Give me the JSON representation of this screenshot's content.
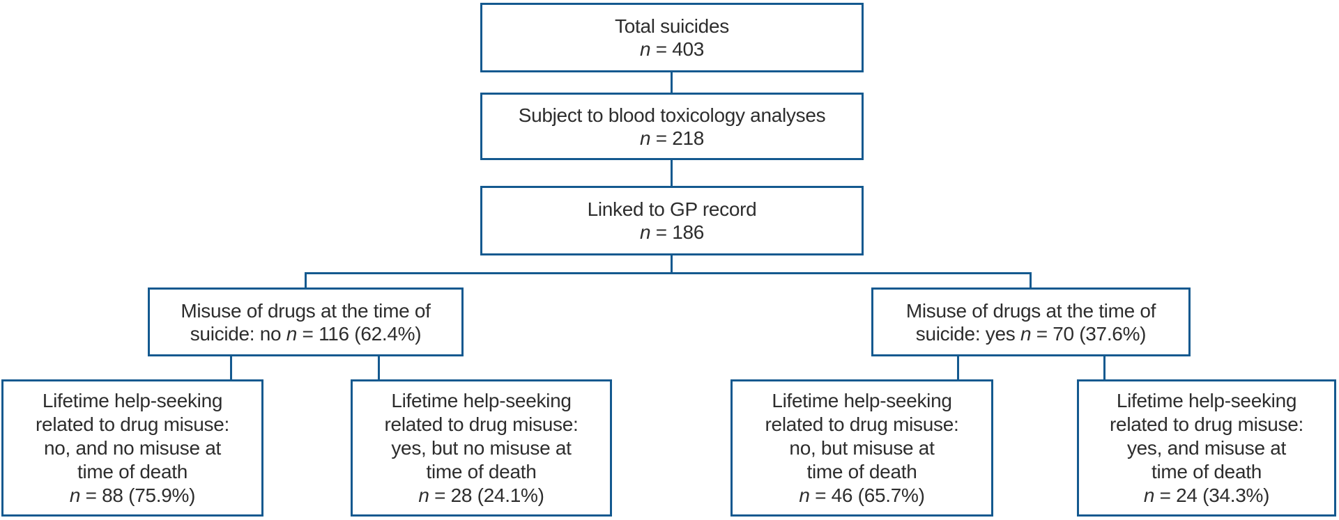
{
  "figure": {
    "colors": {
      "border": "#14598f",
      "text": "#2d2d2d",
      "background": "#ffffff"
    },
    "nodes": {
      "total": {
        "segments": [
          {
            "t": "Total suicides"
          },
          {
            "br": true
          },
          {
            "t": "n",
            "italic": true
          },
          {
            "t": " = 403"
          }
        ]
      },
      "toxicology": {
        "segments": [
          {
            "t": "Subject to blood toxicology analyses"
          },
          {
            "br": true
          },
          {
            "t": "n",
            "italic": true
          },
          {
            "t": " = 218"
          }
        ]
      },
      "gp_record": {
        "segments": [
          {
            "t": "Linked to GP record"
          },
          {
            "br": true
          },
          {
            "t": "n",
            "italic": true
          },
          {
            "t": " = 186"
          }
        ]
      },
      "misuse_no": {
        "segments": [
          {
            "t": "Misuse of drugs at the time of"
          },
          {
            "br": true
          },
          {
            "t": "suicide: no "
          },
          {
            "t": "n",
            "italic": true
          },
          {
            "t": " = 116 (62.4%)"
          }
        ]
      },
      "misuse_yes": {
        "segments": [
          {
            "t": "Misuse of drugs at the time of"
          },
          {
            "br": true
          },
          {
            "t": "suicide: yes "
          },
          {
            "t": "n",
            "italic": true
          },
          {
            "t": " = 70 (37.6%)"
          }
        ]
      },
      "leaf_no_no": {
        "segments": [
          {
            "t": "Lifetime help-seeking"
          },
          {
            "br": true
          },
          {
            "t": "related to drug misuse:"
          },
          {
            "br": true
          },
          {
            "t": "no, and no misuse at"
          },
          {
            "br": true
          },
          {
            "t": "time of death"
          },
          {
            "br": true
          },
          {
            "t": "n",
            "italic": true
          },
          {
            "t": " = 88 (75.9%)"
          }
        ]
      },
      "leaf_yes_no": {
        "segments": [
          {
            "t": "Lifetime help-seeking"
          },
          {
            "br": true
          },
          {
            "t": "related to drug misuse:"
          },
          {
            "br": true
          },
          {
            "t": "yes, but no misuse at"
          },
          {
            "br": true
          },
          {
            "t": "time of death"
          },
          {
            "br": true
          },
          {
            "t": "n",
            "italic": true
          },
          {
            "t": " = 28 (24.1%)"
          }
        ]
      },
      "leaf_no_yes": {
        "segments": [
          {
            "t": "Lifetime help-seeking"
          },
          {
            "br": true
          },
          {
            "t": "related to drug misuse:"
          },
          {
            "br": true
          },
          {
            "t": "no, but misuse at"
          },
          {
            "br": true
          },
          {
            "t": "time of death"
          },
          {
            "br": true
          },
          {
            "t": "n",
            "italic": true
          },
          {
            "t": " = 46 (65.7%)"
          }
        ]
      },
      "leaf_yes_yes": {
        "segments": [
          {
            "t": "Lifetime help-seeking"
          },
          {
            "br": true
          },
          {
            "t": "related to drug misuse:"
          },
          {
            "br": true
          },
          {
            "t": "yes, and misuse at"
          },
          {
            "br": true
          },
          {
            "t": "time of death"
          },
          {
            "br": true
          },
          {
            "t": "n",
            "italic": true
          },
          {
            "t": " = 24 (34.3%)"
          }
        ]
      }
    }
  }
}
